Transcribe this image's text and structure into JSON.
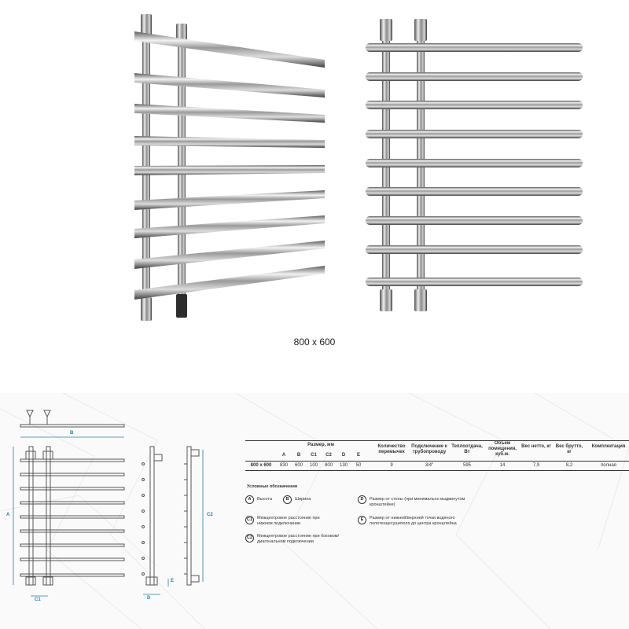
{
  "caption": "800 x 600",
  "dimension_letters": {
    "b": "B",
    "a": "A",
    "c1": "C1",
    "d": "D",
    "e": "E",
    "c2": "C2"
  },
  "table": {
    "size_group_header": "Размер, мм",
    "size_columns": [
      "A",
      "B",
      "C1",
      "C2",
      "D",
      "E"
    ],
    "headers": {
      "count": "Количество перемычек",
      "connection": "Подключение к трубопроводу",
      "heat": "Теплоотдача, Вт",
      "volume": "Объем помещения, куб.м.",
      "net": "Вес нетто, кг",
      "gross": "Вес брутто, кг",
      "kit": "Комплектация"
    },
    "row": {
      "model": "800 x 600",
      "sizes": [
        "830",
        "600",
        "100",
        "800",
        "130",
        "50"
      ],
      "count": "9",
      "connection": "3/4\"",
      "heat": "595",
      "volume": "14",
      "net": "7,9",
      "gross": "8,2",
      "kit": "полная"
    }
  },
  "legend": {
    "title": "Условные обозначения",
    "items": [
      {
        "badge": "A",
        "text": "Высота"
      },
      {
        "badge": "B",
        "text": "Ширина"
      },
      {
        "badge": "C1",
        "text": "Межцентровое расстояние при нижнем подключении"
      },
      {
        "badge": "C2",
        "text": "Межцентровое расстояние при боковом/диагональном подключении"
      },
      {
        "badge": "D",
        "text": "Размер от стены (при минимально выдвинутом кронштейне)"
      },
      {
        "badge": "E",
        "text": "Размер от нижней/верхней точки водяного полотенцесушителя до центра кронштейна"
      }
    ]
  },
  "colors": {
    "accent": "#1f7fa8",
    "line": "#333333"
  }
}
